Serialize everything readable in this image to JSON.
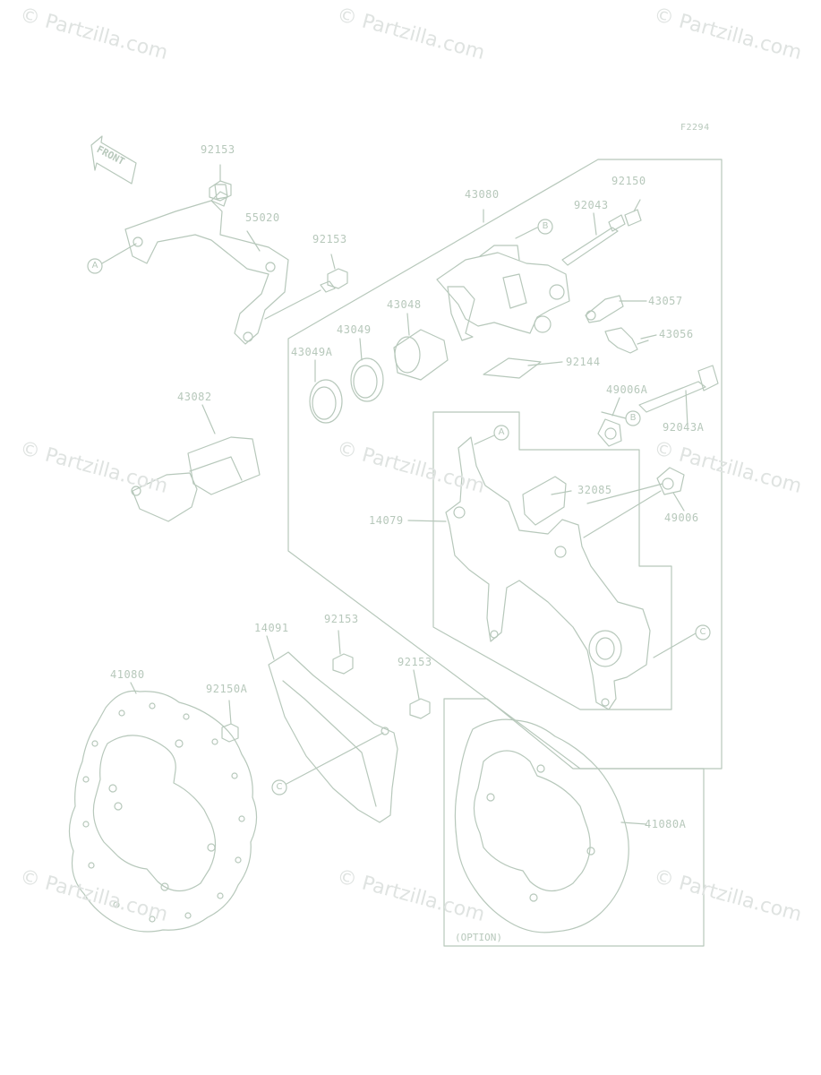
{
  "watermarks": [
    "© Partzilla.com",
    "© Partzilla.com",
    "© Partzilla.com",
    "© Partzilla.com",
    "© Partzilla.com",
    "© Partzilla.com",
    "© Partzilla.com",
    "© Partzilla.com",
    "© Partzilla.com"
  ],
  "figure_code": "F2294",
  "front_label": "FRONT",
  "option_label": "(OPTION)",
  "callout_letters": {
    "a": "A",
    "b": "B",
    "c": "C"
  },
  "parts": {
    "p92153_top": "92153",
    "p55020": "55020",
    "p92153_mid": "92153",
    "p43080": "43080",
    "p92150": "92150",
    "p92043": "92043",
    "p43057": "43057",
    "p43056": "43056",
    "p43048": "43048",
    "p43049": "43049",
    "p43049A": "43049A",
    "p92144": "92144",
    "p49006A": "49006A",
    "p92043A": "92043A",
    "p43082": "43082",
    "p32085": "32085",
    "p14079": "14079",
    "p49006": "49006",
    "p92153_shield": "92153",
    "p14091": "14091",
    "p92153_disc": "92153",
    "p41080": "41080",
    "p92150A": "92150A",
    "p41080A": "41080A"
  },
  "colors": {
    "line": "#b7c8bb",
    "watermark": "#dfe3e1",
    "background": "#ffffff"
  }
}
